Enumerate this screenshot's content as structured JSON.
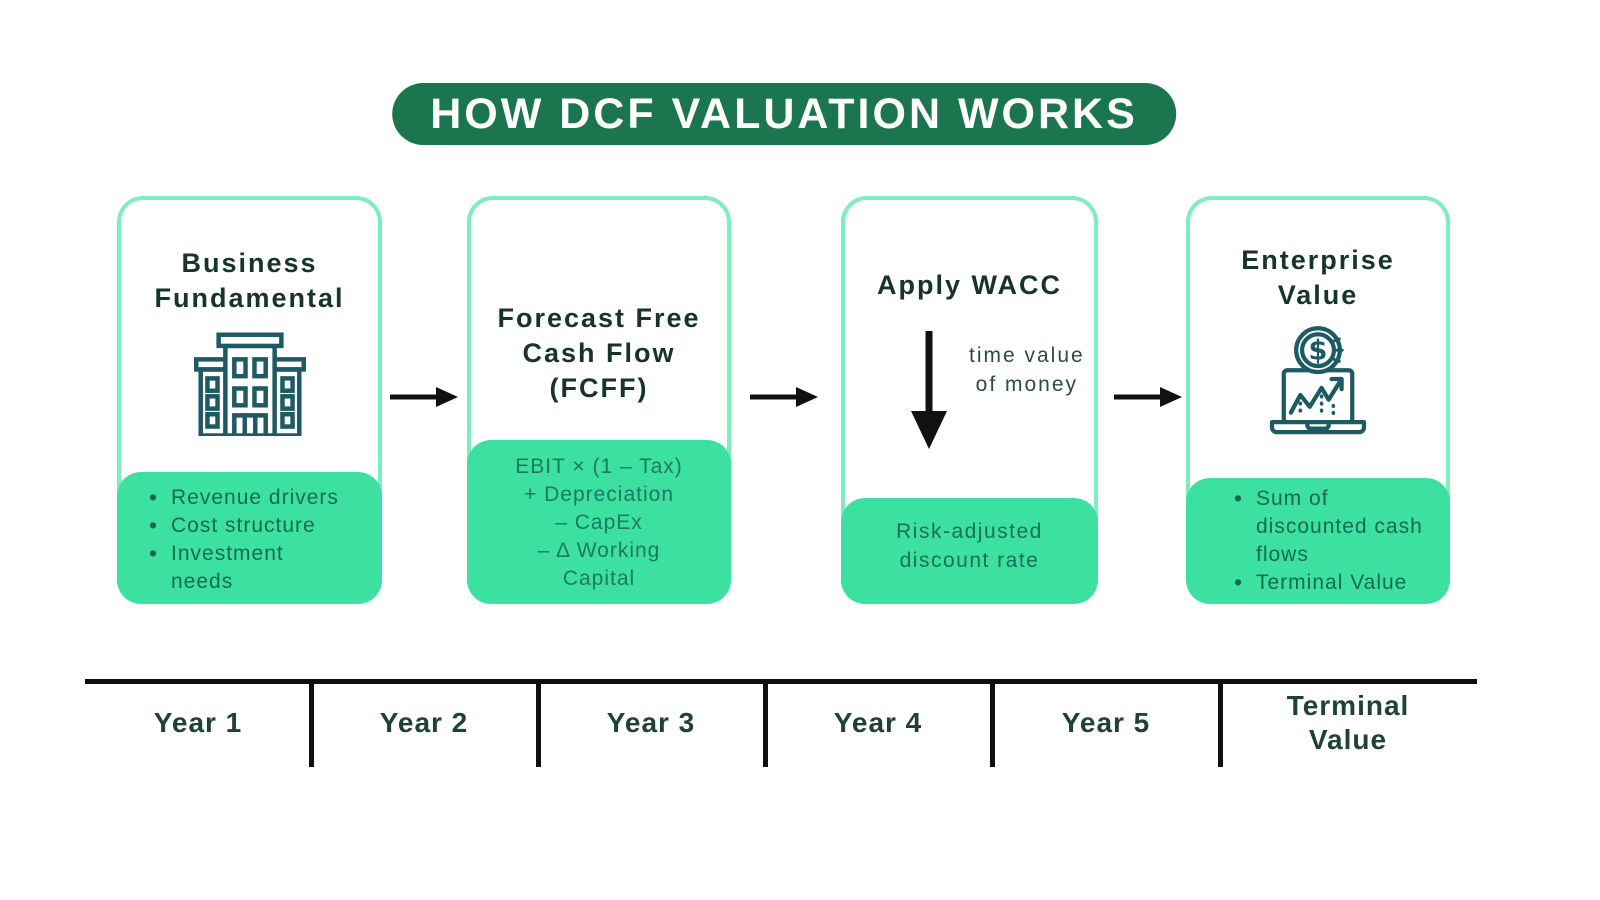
{
  "title": "HOW DCF VALUATION WORKS",
  "colors": {
    "title_bg": "#1B754E",
    "title_text": "#FFFFFF",
    "card_border": "#7DEEBC",
    "panel_bg": "#3CE1A2",
    "heading_text": "#16332C",
    "bullet_text": "#136A52",
    "formula_text": "#1B7A60",
    "annotation_text": "#2C4C42",
    "icon_stroke": "#1D5A64",
    "arrow_color": "#111111",
    "timeline_text": "#1E4237"
  },
  "connector_icon": "right-arrow-icon",
  "cards": [
    {
      "name": "business-fundamental",
      "heading_lines": [
        "Business",
        "Fundamental"
      ],
      "icon": "building-icon",
      "bullets": [
        "Revenue drivers",
        "Cost structure",
        "Investment needs"
      ]
    },
    {
      "name": "forecast-fcff",
      "heading_lines": [
        "Forecast Free",
        "Cash Flow",
        "(FCFF)"
      ],
      "formula_lines": [
        "EBIT × (1 – Tax)",
        "+ Depreciation",
        "– CapEx",
        "– Δ Working",
        "Capital"
      ]
    },
    {
      "name": "apply-wacc",
      "heading_lines": [
        "Apply WACC"
      ],
      "icon": "down-arrow-icon",
      "annotation_lines": [
        "time value",
        "of money"
      ],
      "panel_lines": [
        "Risk-adjusted",
        "discount rate"
      ]
    },
    {
      "name": "enterprise-value",
      "heading_lines": [
        "Enterprise",
        "Value"
      ],
      "icon": "laptop-coin-icon",
      "bullets": [
        "Sum of discounted cash flows",
        "Terminal Value"
      ]
    }
  ],
  "timeline": {
    "labels": [
      "Year 1",
      "Year 2",
      "Year 3",
      "Year 4",
      "Year 5",
      "Terminal Value"
    ]
  }
}
